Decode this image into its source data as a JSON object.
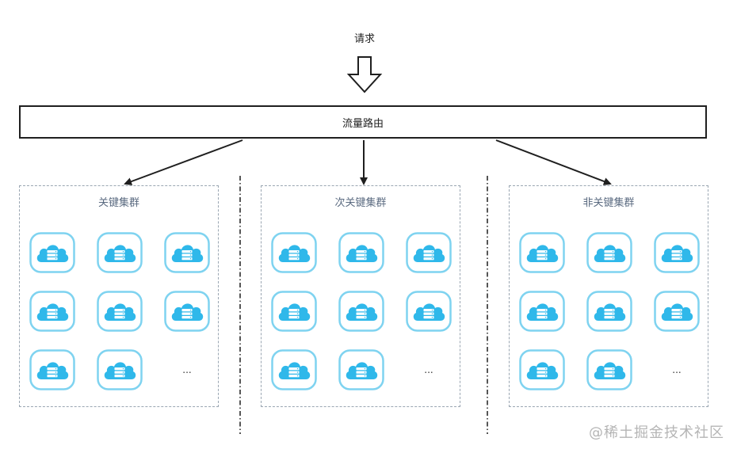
{
  "request_label": "请求",
  "router_label": "流量路由",
  "clusters": [
    {
      "title": "关键集群",
      "node_count": 8,
      "more": "..."
    },
    {
      "title": "次关键集群",
      "node_count": 8,
      "more": "..."
    },
    {
      "title": "非关键集群",
      "node_count": 8,
      "more": "..."
    }
  ],
  "watermark": "@稀土掘金技术社区",
  "colors": {
    "node_border": "#7fd3f0",
    "cloud_fill": "#2fb8ea",
    "server_fill": "#ffffff",
    "cluster_border": "#9aa6b2",
    "line": "#1f1f1f"
  }
}
